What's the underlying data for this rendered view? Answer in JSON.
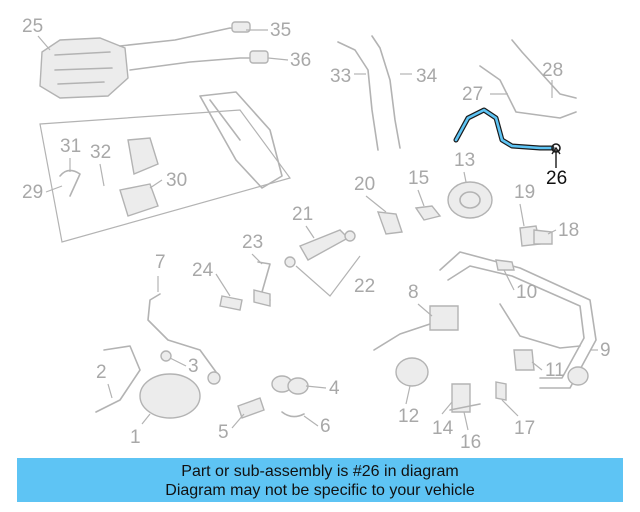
{
  "diagram": {
    "highlight_color": "#5ec4f4",
    "highlighted_part": "26",
    "callouts": [
      "1",
      "2",
      "3",
      "4",
      "5",
      "6",
      "7",
      "8",
      "9",
      "10",
      "11",
      "12",
      "13",
      "14",
      "15",
      "16",
      "17",
      "18",
      "19",
      "20",
      "21",
      "22",
      "23",
      "24",
      "25",
      "26",
      "27",
      "28",
      "29",
      "30",
      "31",
      "32",
      "33",
      "34",
      "35",
      "36"
    ]
  },
  "banner": {
    "line1": "Part or sub-assembly is #26 in diagram",
    "line2": "Diagram may not be specific to your vehicle",
    "background": "#5ec4f4"
  }
}
